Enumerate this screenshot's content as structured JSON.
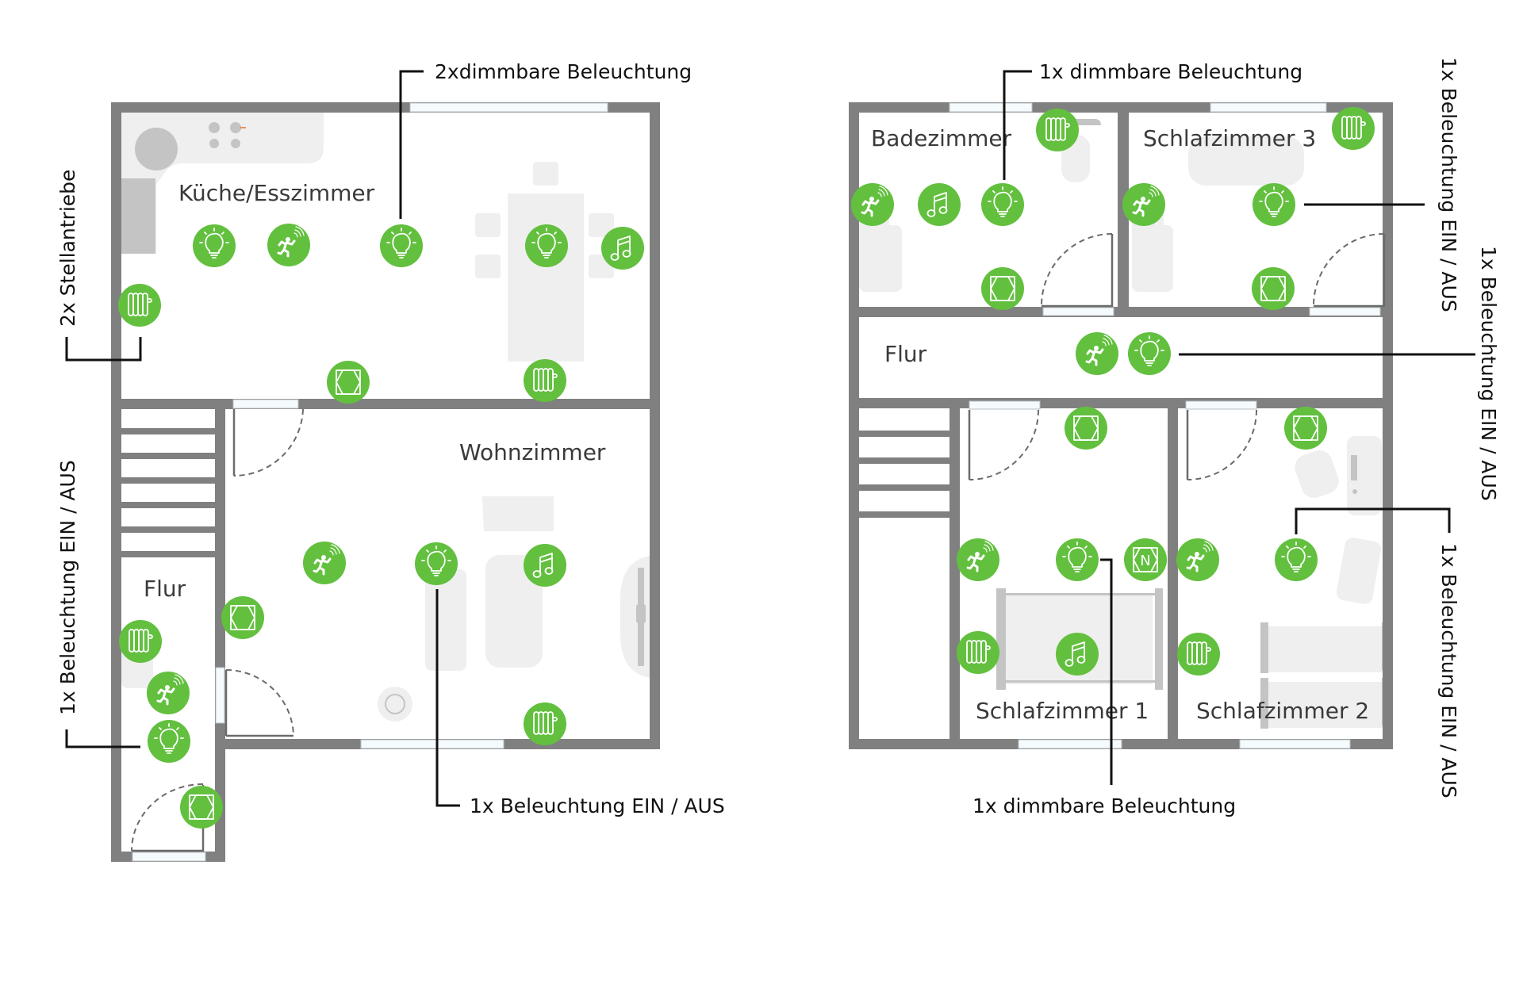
{
  "colors": {
    "device_green": "#62c03e",
    "wall": "#808080",
    "furniture": "#efefef",
    "text": "#3a3a3a",
    "callout": "#111111"
  },
  "floors": [
    {
      "name": "ground-floor",
      "rooms": [
        {
          "id": "kueche",
          "label": "Küche/Esszimmer"
        },
        {
          "id": "wohnzimmer",
          "label": "Wohnzimmer"
        },
        {
          "id": "flur-eg",
          "label": "Flur"
        }
      ]
    },
    {
      "name": "upper-floor",
      "rooms": [
        {
          "id": "bad",
          "label": "Badezimmer"
        },
        {
          "id": "sz3",
          "label": "Schlafzimmer 3"
        },
        {
          "id": "flur-og",
          "label": "Flur"
        },
        {
          "id": "sz1",
          "label": "Schlafzimmer 1"
        },
        {
          "id": "sz2",
          "label": "Schlafzimmer 2"
        }
      ]
    }
  ],
  "callouts": {
    "kueche_dimmable": "2xdimmbare Beleuchtung",
    "kueche_actuators": "2x Stellantriebe",
    "flur_eg_light": "1x Beleuchtung EIN / AUS",
    "wohnzimmer_light": "1x Beleuchtung EIN / AUS",
    "bad_dimmable": "1x dimmbare Beleuchtung",
    "sz3_light": "1x Beleuchtung EIN / AUS",
    "flur_og_light": "1x Beleuchtung EIN / AUS",
    "sz2_light": "1x Beleuchtung EIN / AUS",
    "sz1_dimmable": "1x dimmbare Beleuchtung"
  },
  "devices": [
    {
      "room": "kueche",
      "type": "light-bulb"
    },
    {
      "room": "kueche",
      "type": "motion-sensor"
    },
    {
      "room": "kueche",
      "type": "light-bulb"
    },
    {
      "room": "kueche",
      "type": "light-bulb"
    },
    {
      "room": "kueche",
      "type": "music"
    },
    {
      "room": "kueche",
      "type": "radiator"
    },
    {
      "room": "kueche",
      "type": "shutter"
    },
    {
      "room": "kueche",
      "type": "radiator"
    },
    {
      "room": "wohnzimmer",
      "type": "motion-sensor"
    },
    {
      "room": "wohnzimmer",
      "type": "light-bulb"
    },
    {
      "room": "wohnzimmer",
      "type": "music"
    },
    {
      "room": "wohnzimmer",
      "type": "shutter"
    },
    {
      "room": "wohnzimmer",
      "type": "radiator"
    },
    {
      "room": "flur-eg",
      "type": "radiator"
    },
    {
      "room": "flur-eg",
      "type": "motion-sensor"
    },
    {
      "room": "flur-eg",
      "type": "light-bulb"
    },
    {
      "room": "flur-eg",
      "type": "shutter"
    },
    {
      "room": "bad",
      "type": "radiator"
    },
    {
      "room": "bad",
      "type": "motion-sensor"
    },
    {
      "room": "bad",
      "type": "music"
    },
    {
      "room": "bad",
      "type": "light-bulb"
    },
    {
      "room": "bad",
      "type": "shutter"
    },
    {
      "room": "sz3",
      "type": "radiator"
    },
    {
      "room": "sz3",
      "type": "motion-sensor"
    },
    {
      "room": "sz3",
      "type": "light-bulb"
    },
    {
      "room": "sz3",
      "type": "shutter"
    },
    {
      "room": "flur-og",
      "type": "motion-sensor"
    },
    {
      "room": "flur-og",
      "type": "light-bulb"
    },
    {
      "room": "sz1",
      "type": "shutter"
    },
    {
      "room": "sz1",
      "type": "motion-sensor"
    },
    {
      "room": "sz1",
      "type": "light-bulb"
    },
    {
      "room": "sz1",
      "type": "shutter-north",
      "glyph_letter": "N"
    },
    {
      "room": "sz1",
      "type": "radiator"
    },
    {
      "room": "sz1",
      "type": "music"
    },
    {
      "room": "sz2",
      "type": "shutter"
    },
    {
      "room": "sz2",
      "type": "motion-sensor"
    },
    {
      "room": "sz2",
      "type": "light-bulb"
    },
    {
      "room": "sz2",
      "type": "radiator"
    }
  ]
}
